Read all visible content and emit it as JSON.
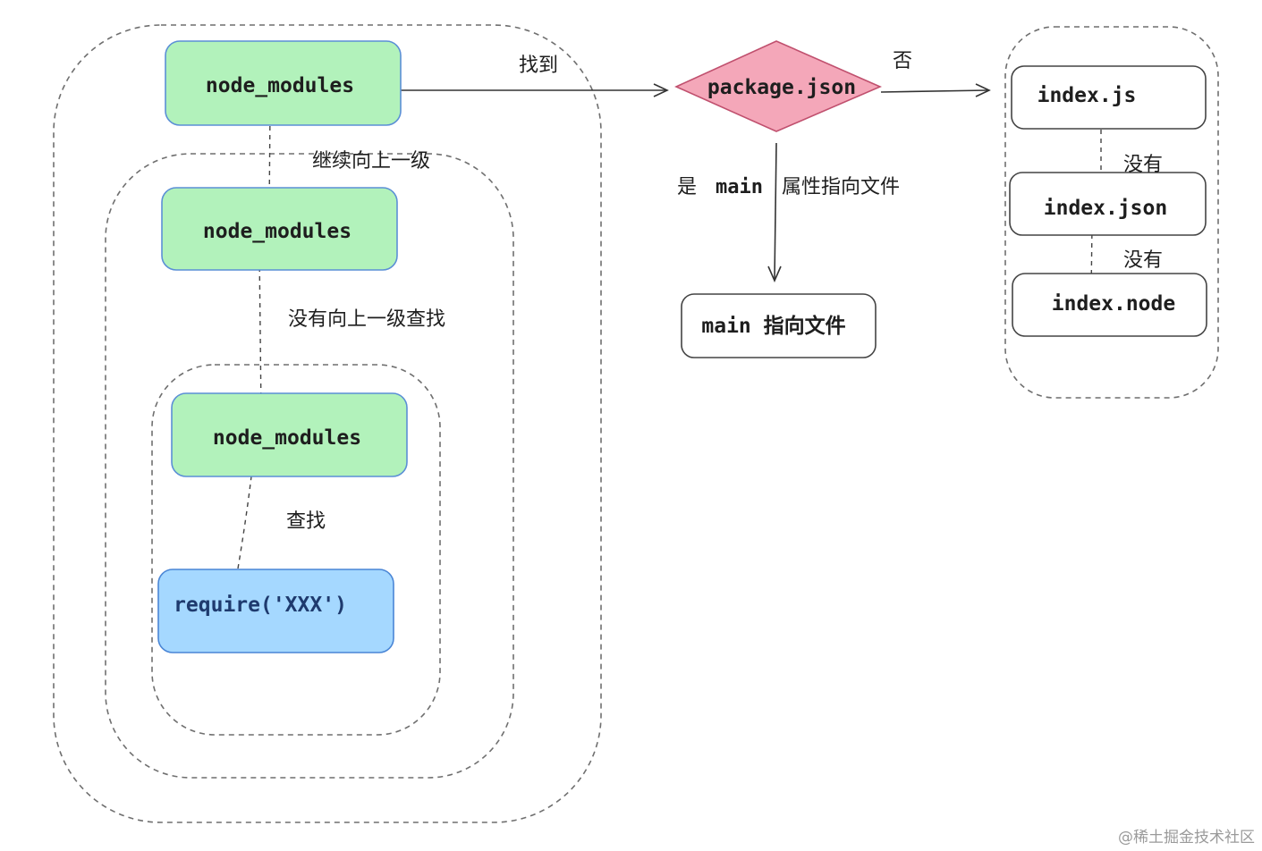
{
  "nodes": {
    "outer_node_modules": "node_modules",
    "middle_node_modules": "node_modules",
    "inner_node_modules": "node_modules",
    "require_call": "require('XXX')",
    "package_json": "package.json",
    "main_file": "main 指向文件",
    "index_js": "index.js",
    "index_json": "index.json",
    "index_node": "index.node"
  },
  "edges": {
    "found": "找到",
    "continue_up": "继续向上一级",
    "not_found_up": "没有向上一级查找",
    "search": "查找",
    "no": "否",
    "yes_prefix": "是",
    "yes_main": "main",
    "yes_suffix": "属性指向文件",
    "missing_1": "没有",
    "missing_2": "没有"
  },
  "watermark": "@稀土掘金技术社区",
  "colors": {
    "green_fill": "#b2f2bb",
    "blue_fill": "#a5d8ff",
    "pink_fill": "#f4a7b9",
    "stroke": "#333333"
  }
}
